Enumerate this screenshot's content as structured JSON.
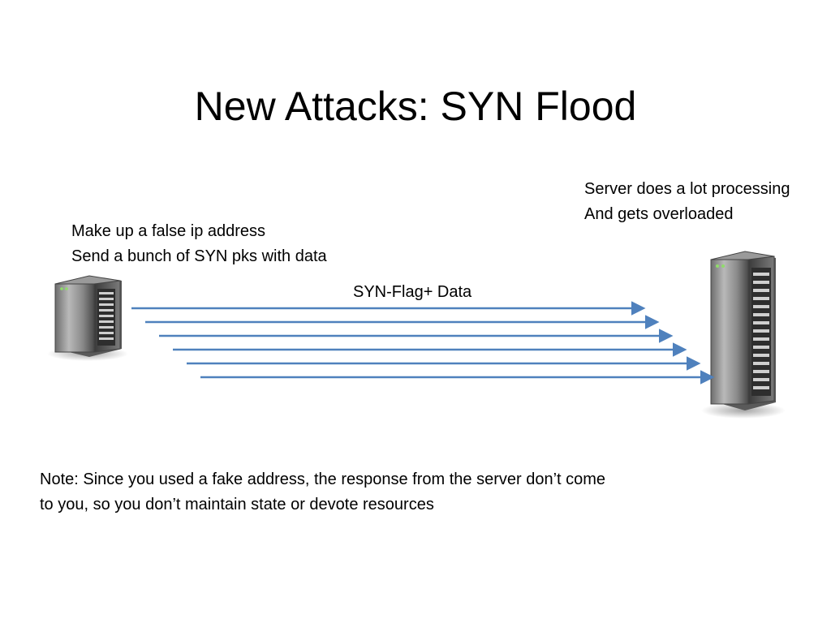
{
  "slide": {
    "title": "New Attacks: SYN Flood",
    "client_note": [
      "Make up a false ip address",
      "Send a bunch of SYN pks with data"
    ],
    "server_note": [
      "Server does a lot processing",
      "And gets overloaded"
    ],
    "arrow_label": "SYN-Flag+ Data",
    "footnote": [
      "Note: Since you used a fake address, the response from the server don’t come",
      "to you, so you don’t maintain state or devote resources"
    ],
    "arrow_color": "#4f81bd",
    "arrow_count": 6
  }
}
